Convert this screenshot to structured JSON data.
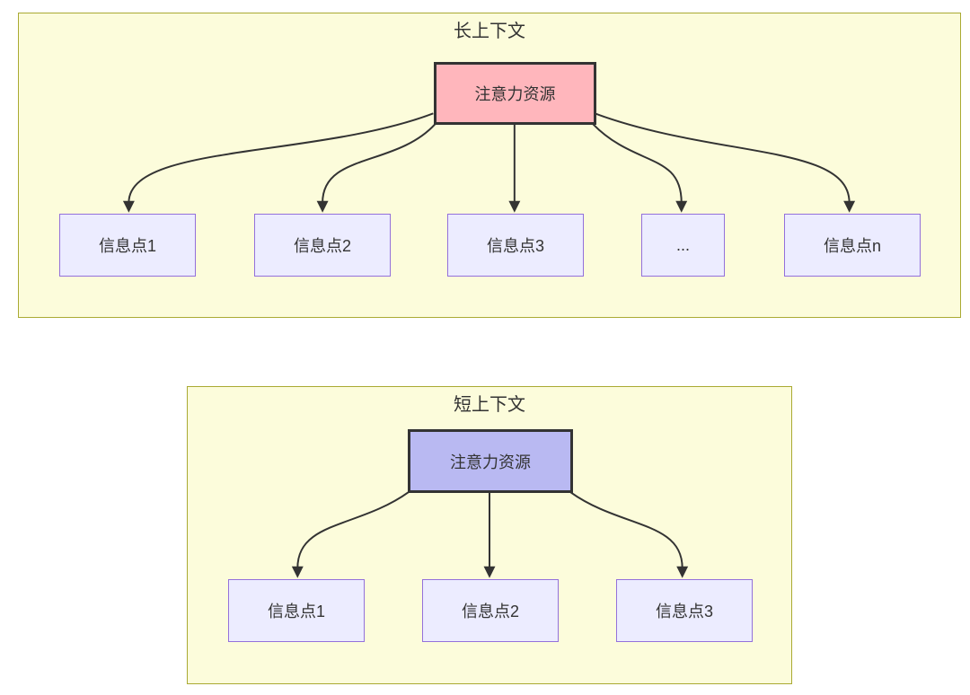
{
  "diagram": {
    "description": "Attention resource allocation: long context vs short context",
    "colors": {
      "panel_fill": "#fcfcdb",
      "panel_border": "#aaaa33",
      "child_node_fill": "#ececff",
      "child_node_border": "#9370db",
      "long_root_fill": "#ffb6bc",
      "short_root_fill": "#b9b9f2",
      "root_border": "#333333",
      "arrow": "#333333",
      "text": "#333333"
    },
    "panels": [
      {
        "title": "长上下文",
        "root": {
          "label": "注意力资源"
        },
        "children": [
          {
            "label": "信息点1"
          },
          {
            "label": "信息点2"
          },
          {
            "label": "信息点3"
          },
          {
            "label": "..."
          },
          {
            "label": "信息点n"
          }
        ]
      },
      {
        "title": "短上下文",
        "root": {
          "label": "注意力资源"
        },
        "children": [
          {
            "label": "信息点1"
          },
          {
            "label": "信息点2"
          },
          {
            "label": "信息点3"
          }
        ]
      }
    ]
  }
}
